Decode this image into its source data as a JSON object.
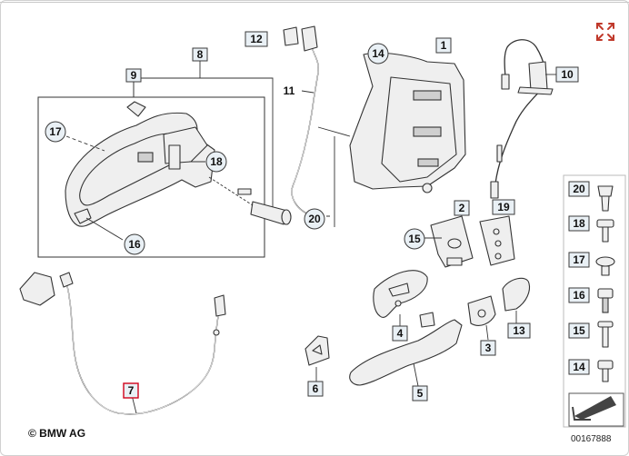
{
  "copyright": "© BMW AG",
  "diagram_id": "00167888",
  "icons": {
    "expand": "expand-arrows-icon",
    "next_page": "page-arrow-icon"
  },
  "colors": {
    "callout_fill": "#e9f0f5",
    "highlight": "#d0021b",
    "expand_icon": "#c0392b"
  },
  "highlighted_callout": "7",
  "callouts": {
    "c1": "1",
    "c2": "2",
    "c3": "3",
    "c4": "4",
    "c5": "5",
    "c6": "6",
    "c7": "7",
    "c8": "8",
    "c9": "9",
    "c10": "10",
    "c11": "11",
    "c12": "12",
    "c13": "13",
    "c14": "14",
    "c15": "15",
    "c16": "16",
    "c17": "17",
    "c18": "18",
    "c19": "19",
    "c20": "20"
  },
  "screw_legend": [
    "20",
    "18",
    "17",
    "16",
    "15",
    "14"
  ]
}
